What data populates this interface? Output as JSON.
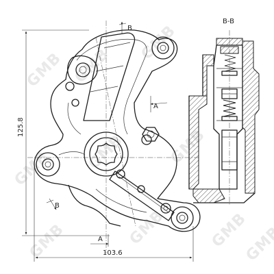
{
  "drawing": {
    "section_title": "B-B",
    "section_marks": {
      "top": "B",
      "bottom": "B"
    },
    "view_marks": {
      "right": "A",
      "bottom": "A"
    },
    "dimensions": {
      "height": "125.8",
      "width": "103.6"
    },
    "watermark": "GMB"
  }
}
